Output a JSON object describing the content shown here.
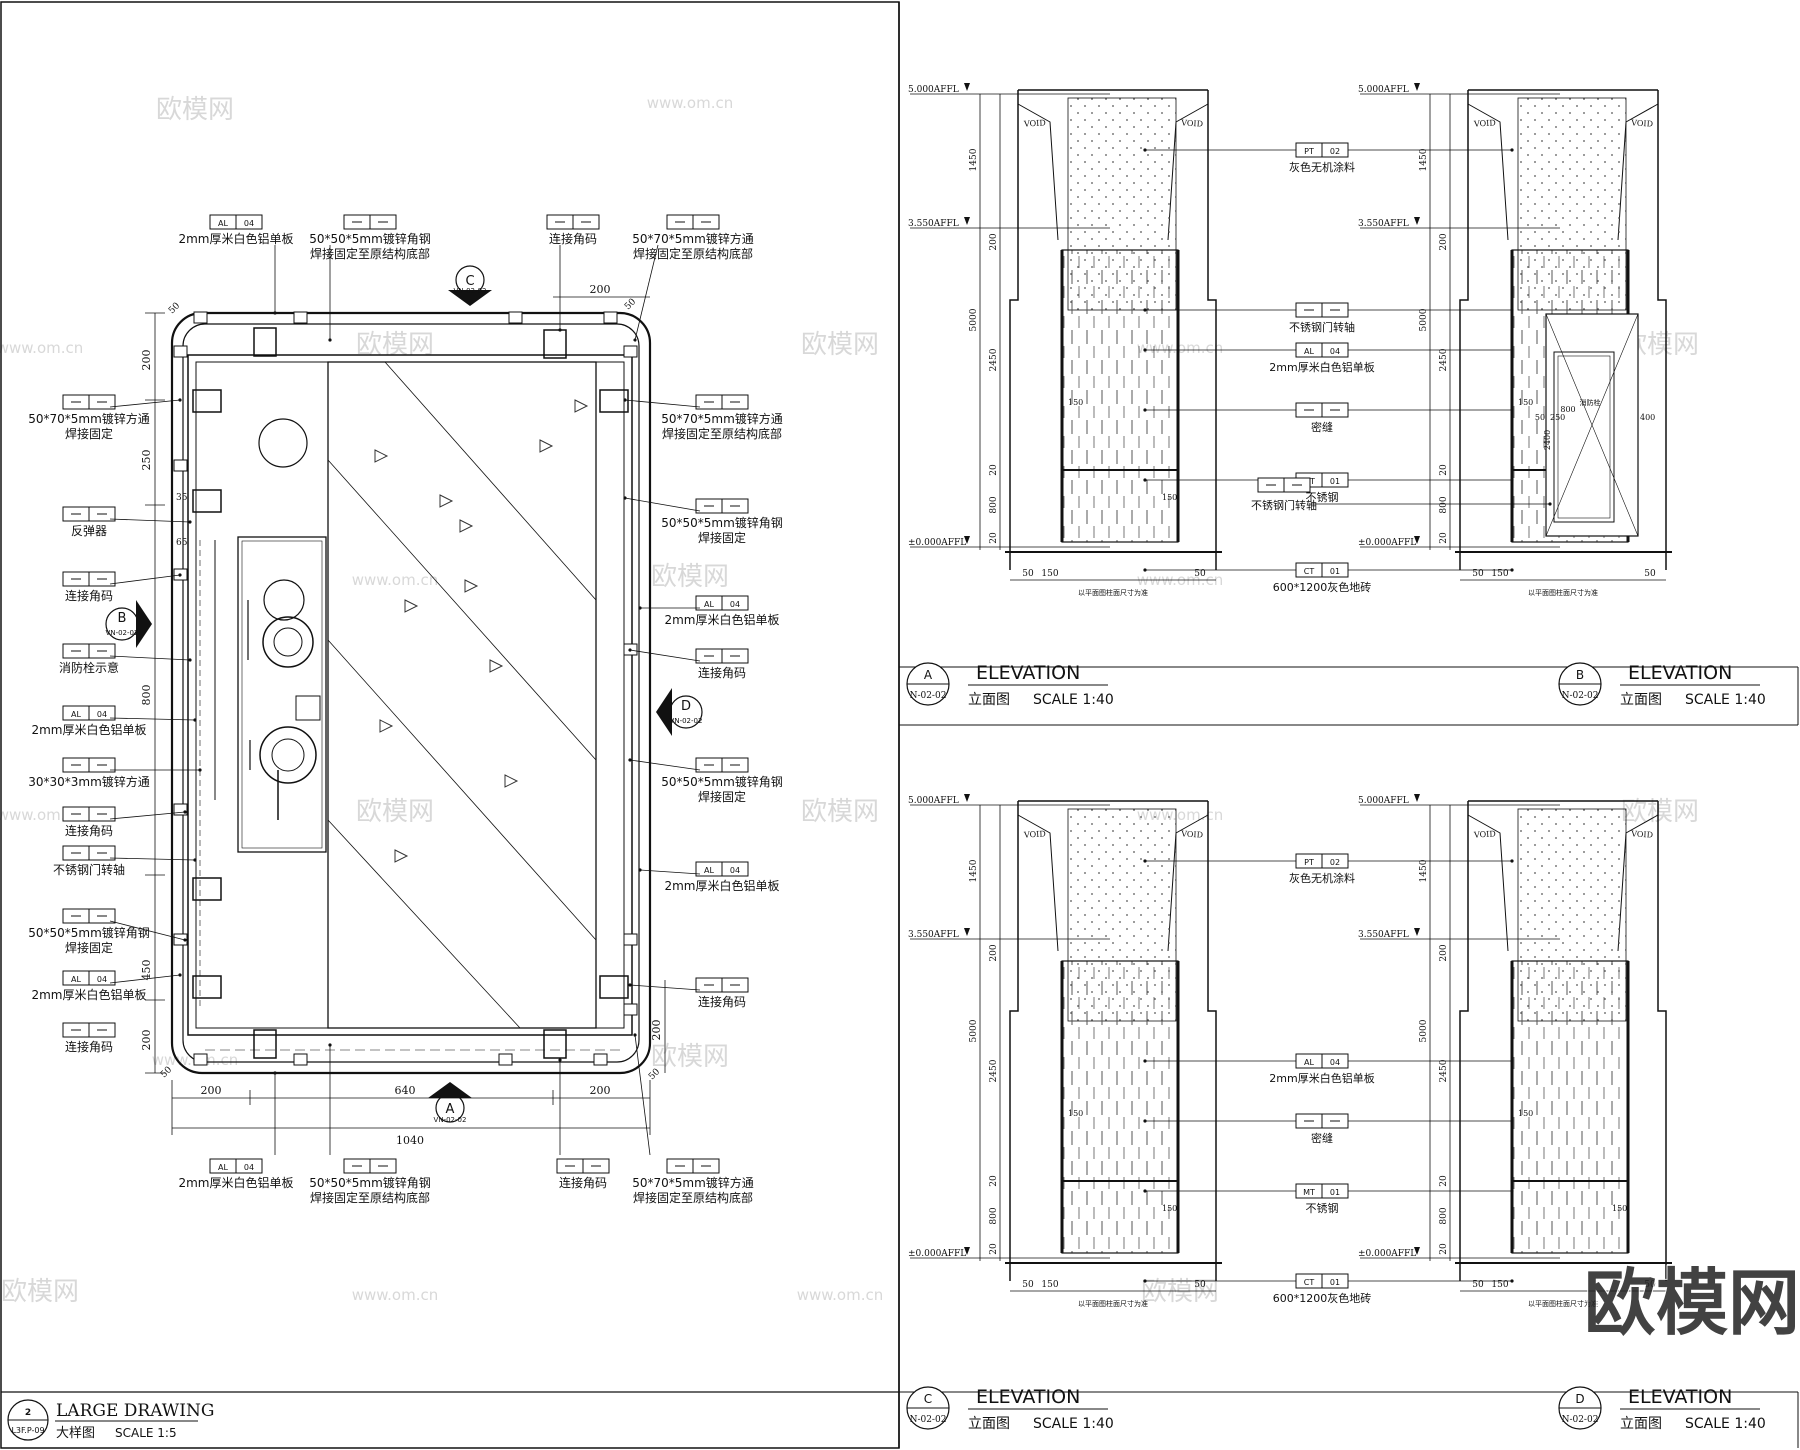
{
  "watermark": {
    "cn": "欧模网",
    "url": "www.om.cn",
    "big": "欧模网"
  },
  "plan": {
    "title_block": {
      "sheet_no": "2",
      "sheet_ref": "L3F.P-09",
      "title_en": "LARGE DRAWING",
      "title_cn": "大样图",
      "scale": "SCALE  1:5"
    },
    "sections": {
      "A": {
        "letter": "A",
        "ref": "VN-02-02"
      },
      "B": {
        "letter": "B",
        "ref": "VN-02-02"
      },
      "C": {
        "letter": "C",
        "ref": "VN-02-02"
      },
      "D": {
        "letter": "D",
        "ref": "VN-02-02"
      }
    },
    "dims": {
      "d200a": "200",
      "d640": "640",
      "d200b": "200",
      "d1040": "1040",
      "dtop200": "200",
      "dL200": "200",
      "dL250": "250",
      "dL35": "35",
      "dL65": "65",
      "dL800": "800",
      "dL450": "450",
      "dL200b": "200",
      "dR200": "200",
      "d50a": "50",
      "d50b": "50",
      "d50c": "50",
      "d50d": "50"
    },
    "tags": {
      "t1": {
        "code": "AL",
        "num": "04",
        "text1": "2mm厚米白色铝单板",
        "text2": ""
      },
      "t2": {
        "code": "",
        "num": "",
        "text1": "50*50*5mm镀锌角钢",
        "text2": "焊接固定至原结构底部"
      },
      "t3": {
        "code": "",
        "num": "",
        "text1": "连接角码",
        "text2": ""
      },
      "t4": {
        "code": "",
        "num": "",
        "text1": "50*70*5mm镀锌方通",
        "text2": "焊接固定至原结构底部"
      },
      "t5": {
        "code": "",
        "num": "",
        "text1": "50*70*5mm镀锌方通",
        "text2": "焊接固定"
      },
      "t6": {
        "code": "",
        "num": "",
        "text1": "反弹器",
        "text2": ""
      },
      "t7": {
        "code": "",
        "num": "",
        "text1": "连接角码",
        "text2": ""
      },
      "t8": {
        "code": "",
        "num": "",
        "text1": "消防栓示意",
        "text2": ""
      },
      "t9": {
        "code": "AL",
        "num": "04",
        "text1": "2mm厚米白色铝单板",
        "text2": ""
      },
      "t10": {
        "code": "",
        "num": "",
        "text1": "30*30*3mm镀锌方通",
        "text2": ""
      },
      "t11": {
        "code": "",
        "num": "",
        "text1": "连接角码",
        "text2": ""
      },
      "t12": {
        "code": "",
        "num": "",
        "text1": "不锈钢门转轴",
        "text2": ""
      },
      "t13": {
        "code": "",
        "num": "",
        "text1": "50*50*5mm镀锌角钢",
        "text2": "焊接固定"
      },
      "t14": {
        "code": "AL",
        "num": "04",
        "text1": "2mm厚米白色铝单板",
        "text2": ""
      },
      "t15": {
        "code": "",
        "num": "",
        "text1": "连接角码",
        "text2": ""
      },
      "t16": {
        "code": "",
        "num": "",
        "text1": "50*70*5mm镀锌方通",
        "text2": "焊接固定至原结构底部"
      },
      "t17": {
        "code": "",
        "num": "",
        "text1": "50*50*5mm镀锌角钢",
        "text2": "焊接固定"
      },
      "t18": {
        "code": "AL",
        "num": "04",
        "text1": "2mm厚米白色铝单板",
        "text2": ""
      },
      "t19": {
        "code": "",
        "num": "",
        "text1": "连接角码",
        "text2": ""
      },
      "t20": {
        "code": "",
        "num": "",
        "text1": "50*50*5mm镀锌角钢",
        "text2": "焊接固定"
      },
      "t21": {
        "code": "AL",
        "num": "04",
        "text1": "2mm厚米白色铝单板",
        "text2": ""
      },
      "t22": {
        "code": "",
        "num": "",
        "text1": "连接角码",
        "text2": ""
      },
      "t23": {
        "code": "AL",
        "num": "04",
        "text1": "2mm厚米白色铝单板",
        "text2": ""
      },
      "t24": {
        "code": "",
        "num": "",
        "text1": "50*50*5mm镀锌角钢",
        "text2": "焊接固定至原结构底部"
      },
      "t25": {
        "code": "",
        "num": "",
        "text1": "连接角码",
        "text2": ""
      },
      "t26": {
        "code": "",
        "num": "",
        "text1": "50*70*5mm镀锌方通",
        "text2": "焊接固定至原结构底部"
      }
    }
  },
  "elevations": [
    {
      "id": "A",
      "letter": "A",
      "ref": "N-02-02",
      "title": "ELEVATION",
      "cn": "立面图",
      "scale": "SCALE  1:40",
      "void": "VOID",
      "levels": {
        "top": "5.000AFFL",
        "mid": "3.550AFFL",
        "bot": "±0.000AFFL"
      },
      "dims": {
        "d1450": "1450",
        "d200": "200",
        "d5000": "5000",
        "d2450": "2450",
        "d20": "20",
        "d800": "800",
        "d20b": "20",
        "l50": "50",
        "l150": "150",
        "r50": "50",
        "w150": "150",
        "w150b": "150"
      },
      "base_note": "以平面图柱面尺寸为准",
      "tags": [
        {
          "code": "PT",
          "num": "02",
          "text": "灰色无机涂料"
        },
        {
          "code": "",
          "num": "",
          "text": "不锈钢门转轴"
        },
        {
          "code": "AL",
          "num": "04",
          "text": "2mm厚米白色铝单板"
        },
        {
          "code": "",
          "num": "",
          "text": "密缝"
        },
        {
          "code": "MT",
          "num": "01",
          "text": "不锈钢"
        },
        {
          "code": "CT",
          "num": "01",
          "text": "600*1200灰色地砖"
        }
      ]
    },
    {
      "id": "B",
      "letter": "B",
      "ref": "N-02-02",
      "title": "ELEVATION",
      "cn": "立面图",
      "scale": "SCALE  1:40",
      "void": "VOID",
      "levels": {
        "top": "5.000AFFL",
        "mid": "3.550AFFL",
        "bot": "±0.000AFFL"
      },
      "dims": {
        "d1450": "1450",
        "d200": "200",
        "d5000": "5000",
        "d2450": "2450",
        "d20": "20",
        "d800": "800",
        "d20b": "20",
        "l50": "50",
        "l150": "150",
        "r50": "50",
        "w150": "150",
        "w150b": "150"
      },
      "door_dims": {
        "d50": "50",
        "d250": "250",
        "d800": "800",
        "d400": "400",
        "d2400": "2400",
        "hinge": "消防栓"
      },
      "base_note": "以平面图柱面尺寸为准",
      "side_tag": {
        "code": "",
        "num": "",
        "text": "不锈钢门转轴"
      }
    },
    {
      "id": "C",
      "letter": "C",
      "ref": "N-02-02",
      "title": "ELEVATION",
      "cn": "立面图",
      "scale": "SCALE  1:40",
      "void": "VOID",
      "levels": {
        "top": "5.000AFFL",
        "mid": "3.550AFFL",
        "bot": "±0.000AFFL"
      },
      "dims": {
        "d1450": "1450",
        "d200": "200",
        "d5000": "5000",
        "d2450": "2450",
        "d20": "20",
        "d800": "800",
        "d20b": "20",
        "l50": "50",
        "l150": "150",
        "r50": "50",
        "w150": "150",
        "w150b": "150"
      },
      "base_note": "以平面图柱面尺寸为准",
      "tags": [
        {
          "code": "PT",
          "num": "02",
          "text": "灰色无机涂料"
        },
        {
          "code": "AL",
          "num": "04",
          "text": "2mm厚米白色铝单板"
        },
        {
          "code": "",
          "num": "",
          "text": "密缝"
        },
        {
          "code": "MT",
          "num": "01",
          "text": "不锈钢"
        },
        {
          "code": "CT",
          "num": "01",
          "text": "600*1200灰色地砖"
        }
      ]
    },
    {
      "id": "D",
      "letter": "D",
      "ref": "N-02-02",
      "title": "ELEVATION",
      "cn": "立面图",
      "scale": "SCALE  1:40",
      "void": "VOID",
      "levels": {
        "top": "5.000AFFL",
        "mid": "3.550AFFL",
        "bot": "±0.000AFFL"
      },
      "dims": {
        "d1450": "1450",
        "d200": "200",
        "d5000": "5000",
        "d2450": "2450",
        "d20": "20",
        "d800": "800",
        "d20b": "20",
        "l50": "50",
        "l150": "150",
        "r50": "50",
        "w150": "150",
        "w150b": "150"
      },
      "base_note": "以平面图柱面尺寸为准"
    }
  ]
}
